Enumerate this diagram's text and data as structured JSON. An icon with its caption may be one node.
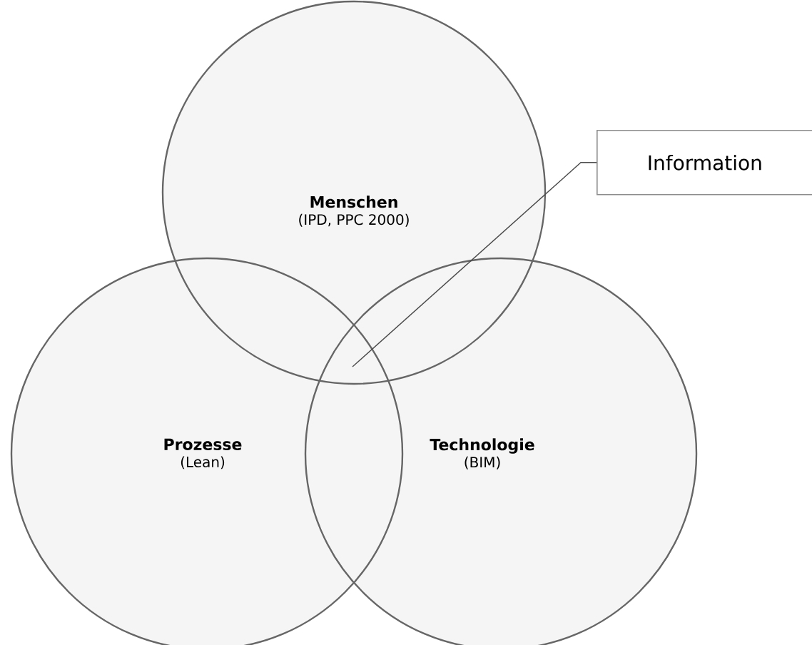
{
  "diagram": {
    "nodes": [
      {
        "text": [
          "Menschen",
          "(IPD, PPC 2000)"
        ]
      },
      {
        "text": [
          "Prozesse",
          "(Lean)"
        ]
      },
      {
        "text": [
          "Technologie",
          "(BIM)"
        ]
      },
      {
        "text": [
          "Information"
        ]
      }
    ],
    "edges": [
      {
        "from": 3,
        "to": 0,
        "arrow": "none"
      }
    ]
  }
}
